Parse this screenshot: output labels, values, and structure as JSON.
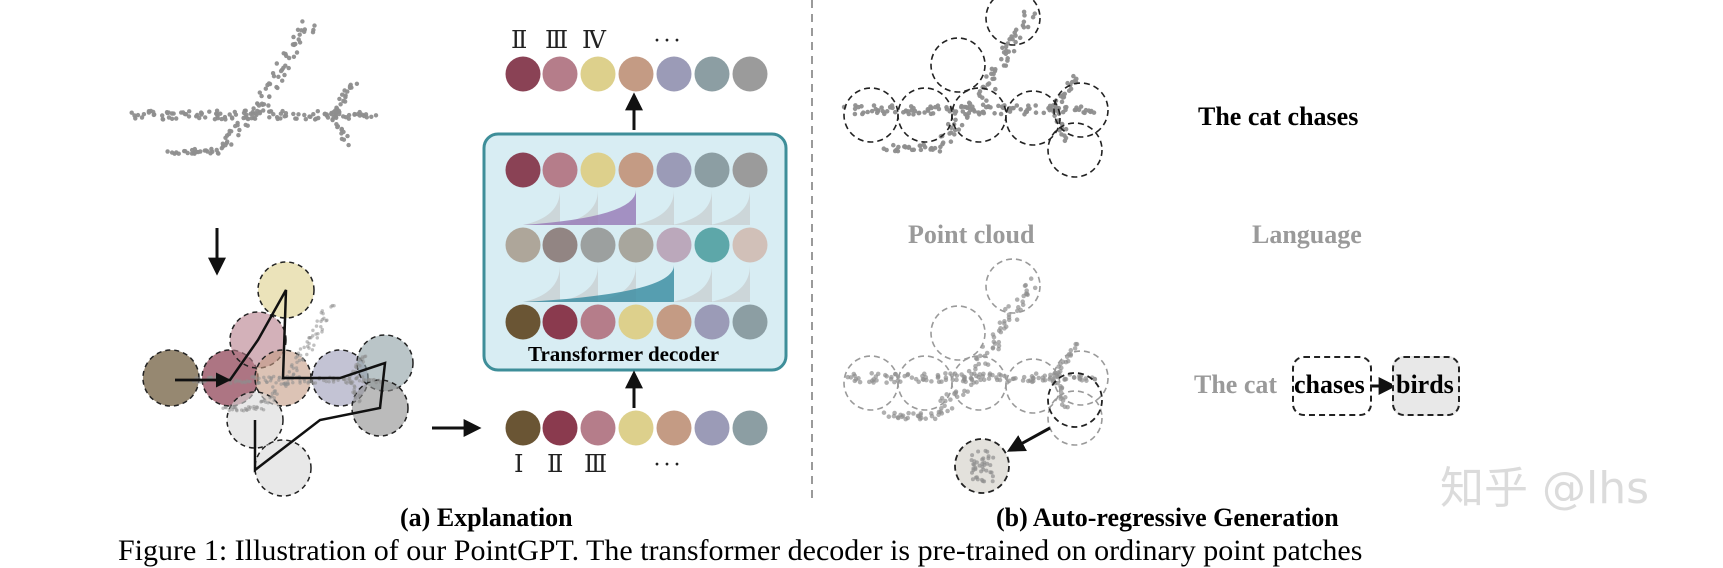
{
  "colors": {
    "decoder_frame": "#3e8e99",
    "decoder_fill": "#d8edf3",
    "point_grey": "#8e8e8e",
    "divider": "#9a9a9a",
    "purple_attn": "#9a7fb8",
    "teal_attn": "#3f8fa3"
  },
  "left_panel": {
    "top_numerals": [
      "Ⅱ",
      "Ⅲ",
      "Ⅳ"
    ],
    "top_dots": "···",
    "bottom_numerals": [
      "Ⅰ",
      "Ⅱ",
      "Ⅲ"
    ],
    "bottom_dots": "···",
    "decoder_label": "Transformer decoder",
    "caption": "(a) Explanation",
    "token_rows": {
      "top": [
        "#8a4255",
        "#b57d8a",
        "#ddd08c",
        "#c49b84",
        "#9b9bb7",
        "#8c9ea3",
        "#9b9b9b"
      ],
      "dec_row1": [
        "#8a4255",
        "#b57d8a",
        "#ddd08c",
        "#c49b84",
        "#9b9bb7",
        "#8c9ea3",
        "#9b9b9b"
      ],
      "dec_row2": [
        "#aea69a",
        "#928583",
        "#9ca09f",
        "#a8a69d",
        "#bba8bb",
        "#5da7a9",
        "#d1c0b8"
      ],
      "dec_row3": [
        "#6a5534",
        "#8a3a4e",
        "#b57d8a",
        "#ddd08c",
        "#c49b84",
        "#9b9bb7",
        "#8c9ea3"
      ],
      "bottom": [
        "#6a5534",
        "#8a3a4e",
        "#b57d8a",
        "#ddd08c",
        "#c49b84",
        "#9b9bb7",
        "#8c9ea3"
      ]
    },
    "patch_circles": [
      {
        "color": "#6a5534",
        "opacity": 0.7
      },
      {
        "color": "#8a3a4e",
        "opacity": 0.7
      },
      {
        "color": "#b57d8a",
        "opacity": 0.6
      },
      {
        "color": "#ddd08c",
        "opacity": 0.6
      },
      {
        "color": "#c49b84",
        "opacity": 0.6
      },
      {
        "color": "#9b9bb7",
        "opacity": 0.6
      },
      {
        "color": "#8c9ea3",
        "opacity": 0.6
      },
      {
        "color": "#8e8e8e",
        "opacity": 0.6
      },
      {
        "color": "#d9d9d9",
        "opacity": 0.6
      },
      {
        "color": "#d9d9d9",
        "opacity": 0.6
      }
    ]
  },
  "right_panel": {
    "sentence_top": "The cat chases",
    "label_point_cloud": "Point cloud",
    "label_language": "Language",
    "sentence_bottom_prefix": "The cat",
    "sentence_bottom_word1": "chases",
    "sentence_bottom_word2": "birds",
    "caption": "(b) Auto-regressive Generation"
  },
  "watermark": "知乎 @lhs",
  "figure_caption": "Figure 1: Illustration of our PointGPT. The transformer decoder is pre-trained on ordinary point patches"
}
